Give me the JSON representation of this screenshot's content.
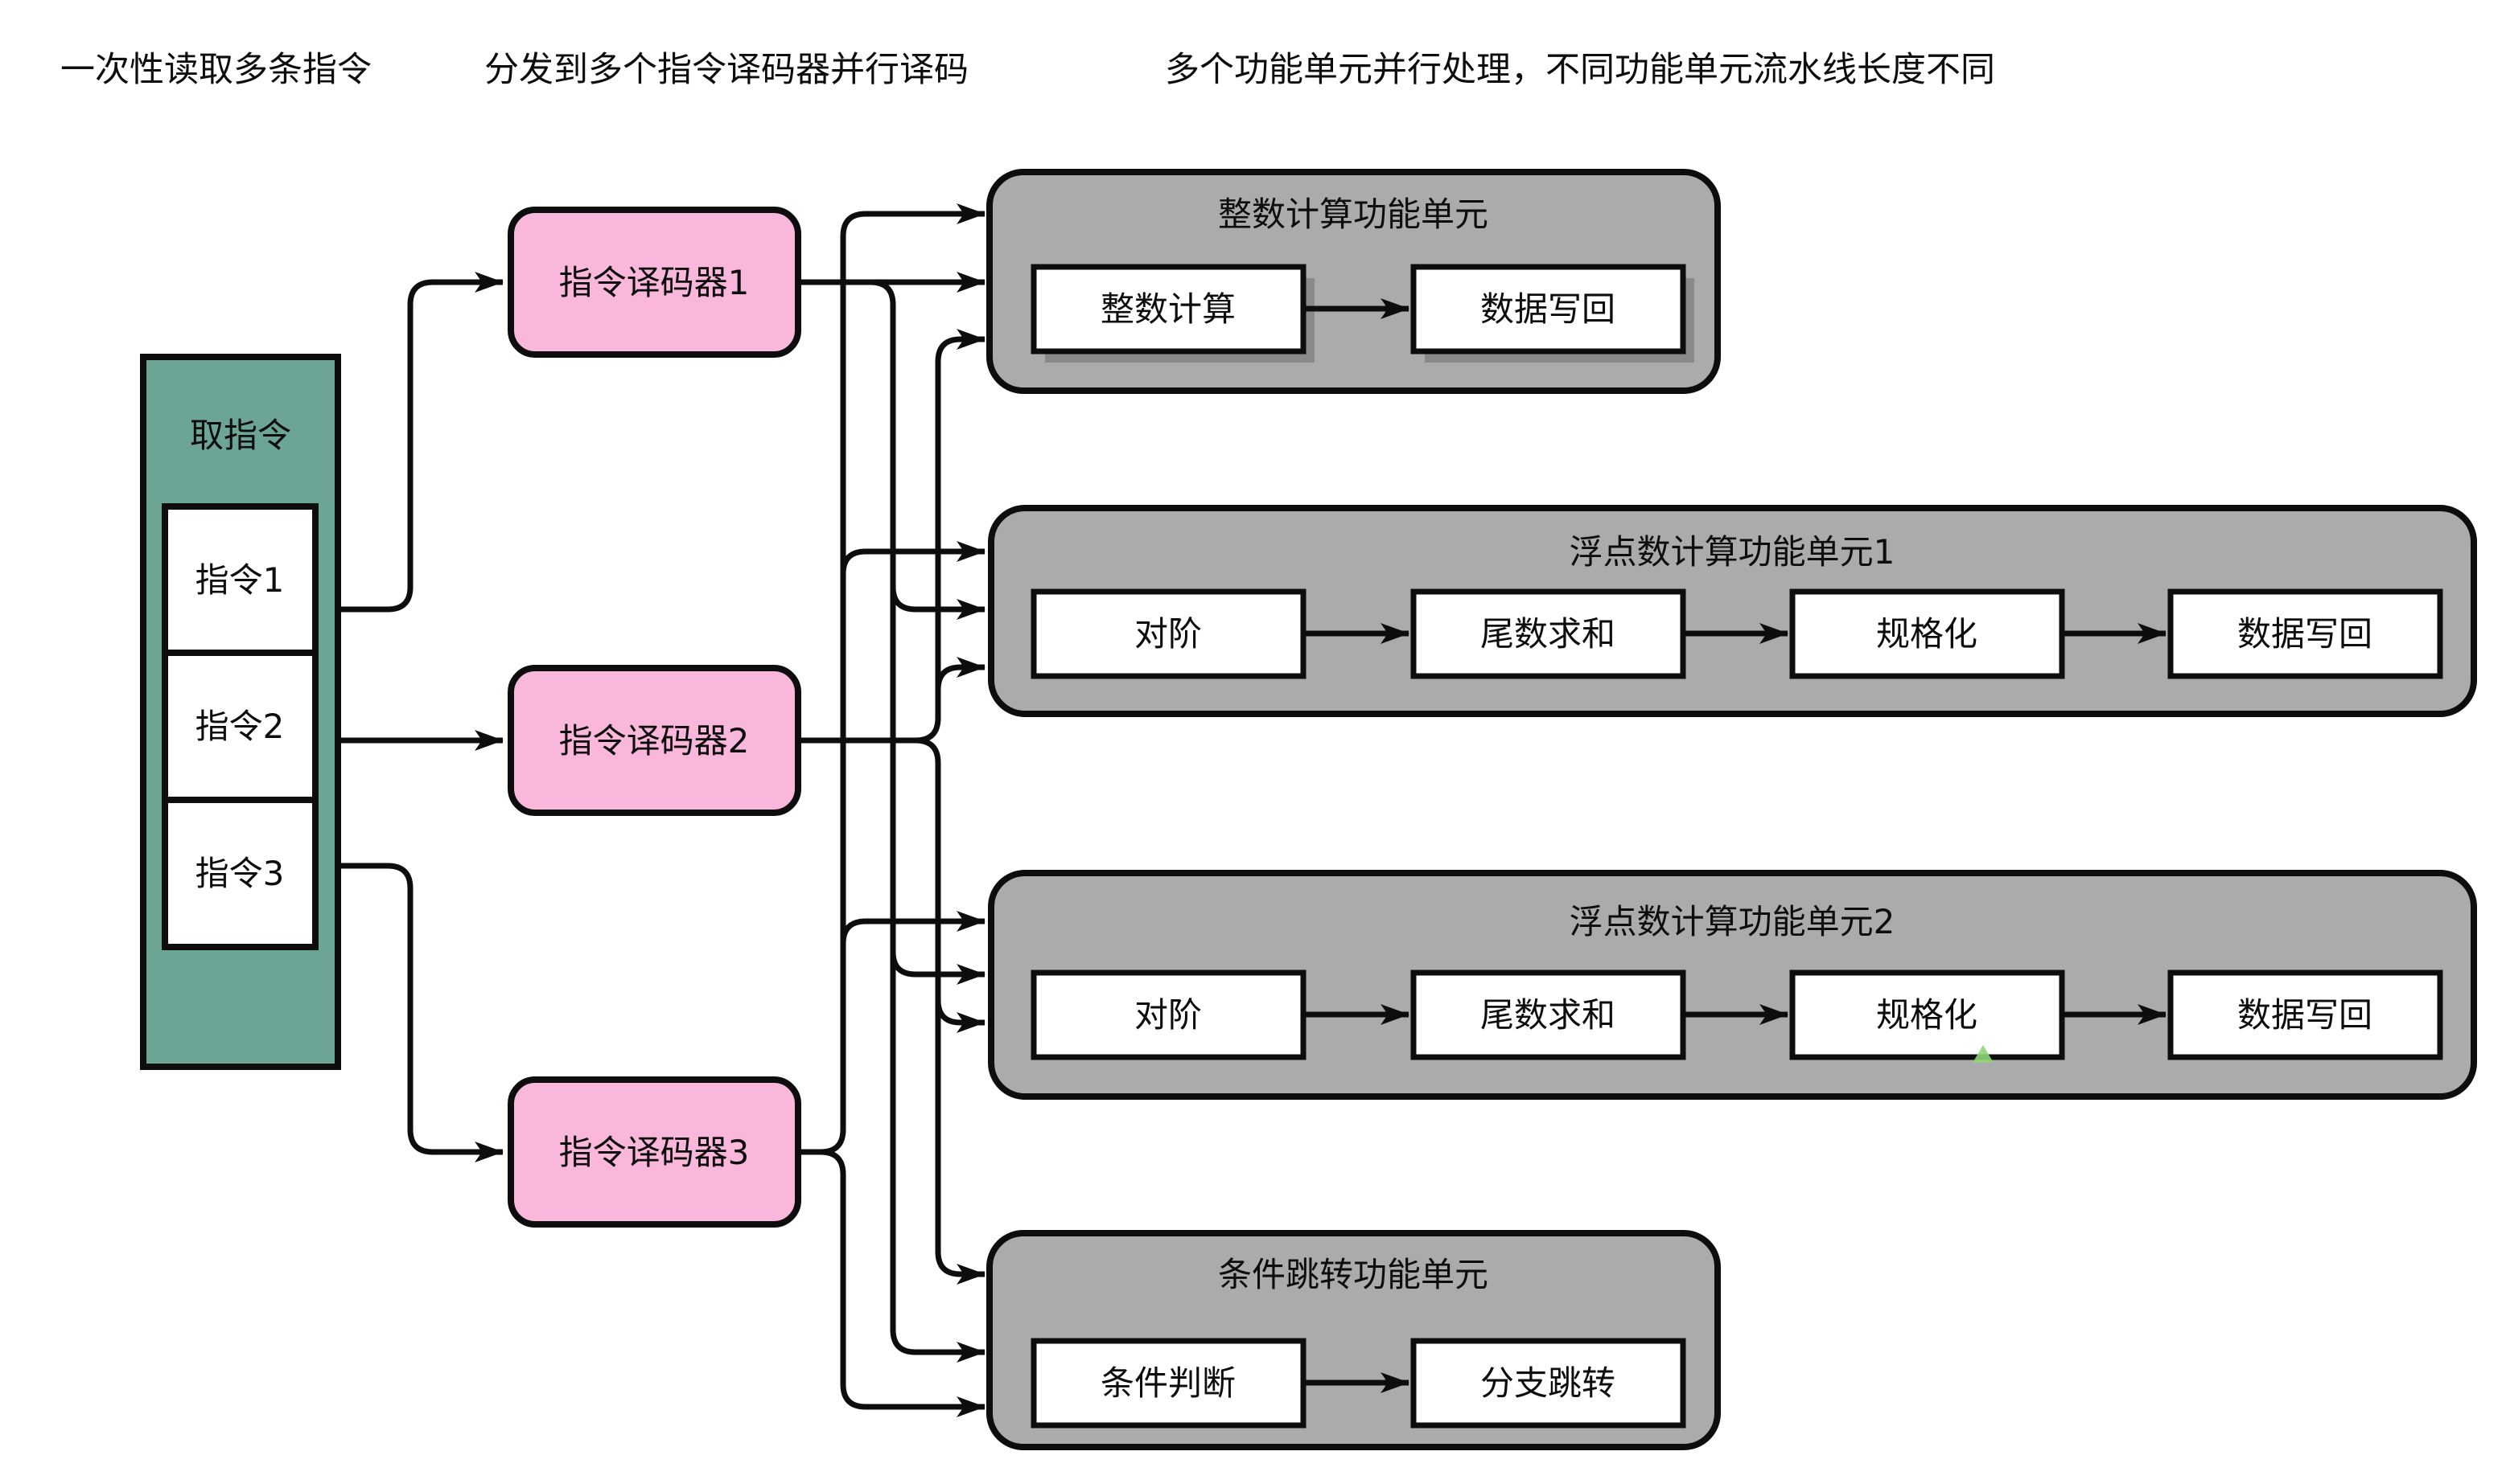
{
  "notes": [
    {
      "text": "一次性读取多条指令"
    },
    {
      "text": "分发到多个指令译码器并行译码"
    },
    {
      "text": "多个功能单元并行处理，不同功能单元流水线长度不同"
    }
  ],
  "fetch": {
    "title": "取指令",
    "instructions": [
      {
        "label": "指令1"
      },
      {
        "label": "指令2"
      },
      {
        "label": "指令3"
      }
    ]
  },
  "decoders": [
    {
      "label": "指令译码器1"
    },
    {
      "label": "指令译码器2"
    },
    {
      "label": "指令译码器3"
    }
  ],
  "units": [
    {
      "title": "整数计算功能单元",
      "stages": [
        "整数计算",
        "数据写回"
      ]
    },
    {
      "title": "浮点数计算功能单元1",
      "stages": [
        "对阶",
        "尾数求和",
        "规格化",
        "数据写回"
      ]
    },
    {
      "title": "浮点数计算功能单元2",
      "stages": [
        "对阶",
        "尾数求和",
        "规格化",
        "数据写回"
      ]
    },
    {
      "title": "条件跳转功能单元",
      "stages": [
        "条件判断",
        "分支跳转"
      ]
    }
  ],
  "colors": {
    "fetch_box": "#6CA496",
    "decoder_box": "#F9B7DB",
    "unit_box": "#ABABAB",
    "stage_box": "#ffffff",
    "line": "#0d0d0d",
    "background": "#ffffff",
    "cursor_artifact": "#8FD478"
  }
}
